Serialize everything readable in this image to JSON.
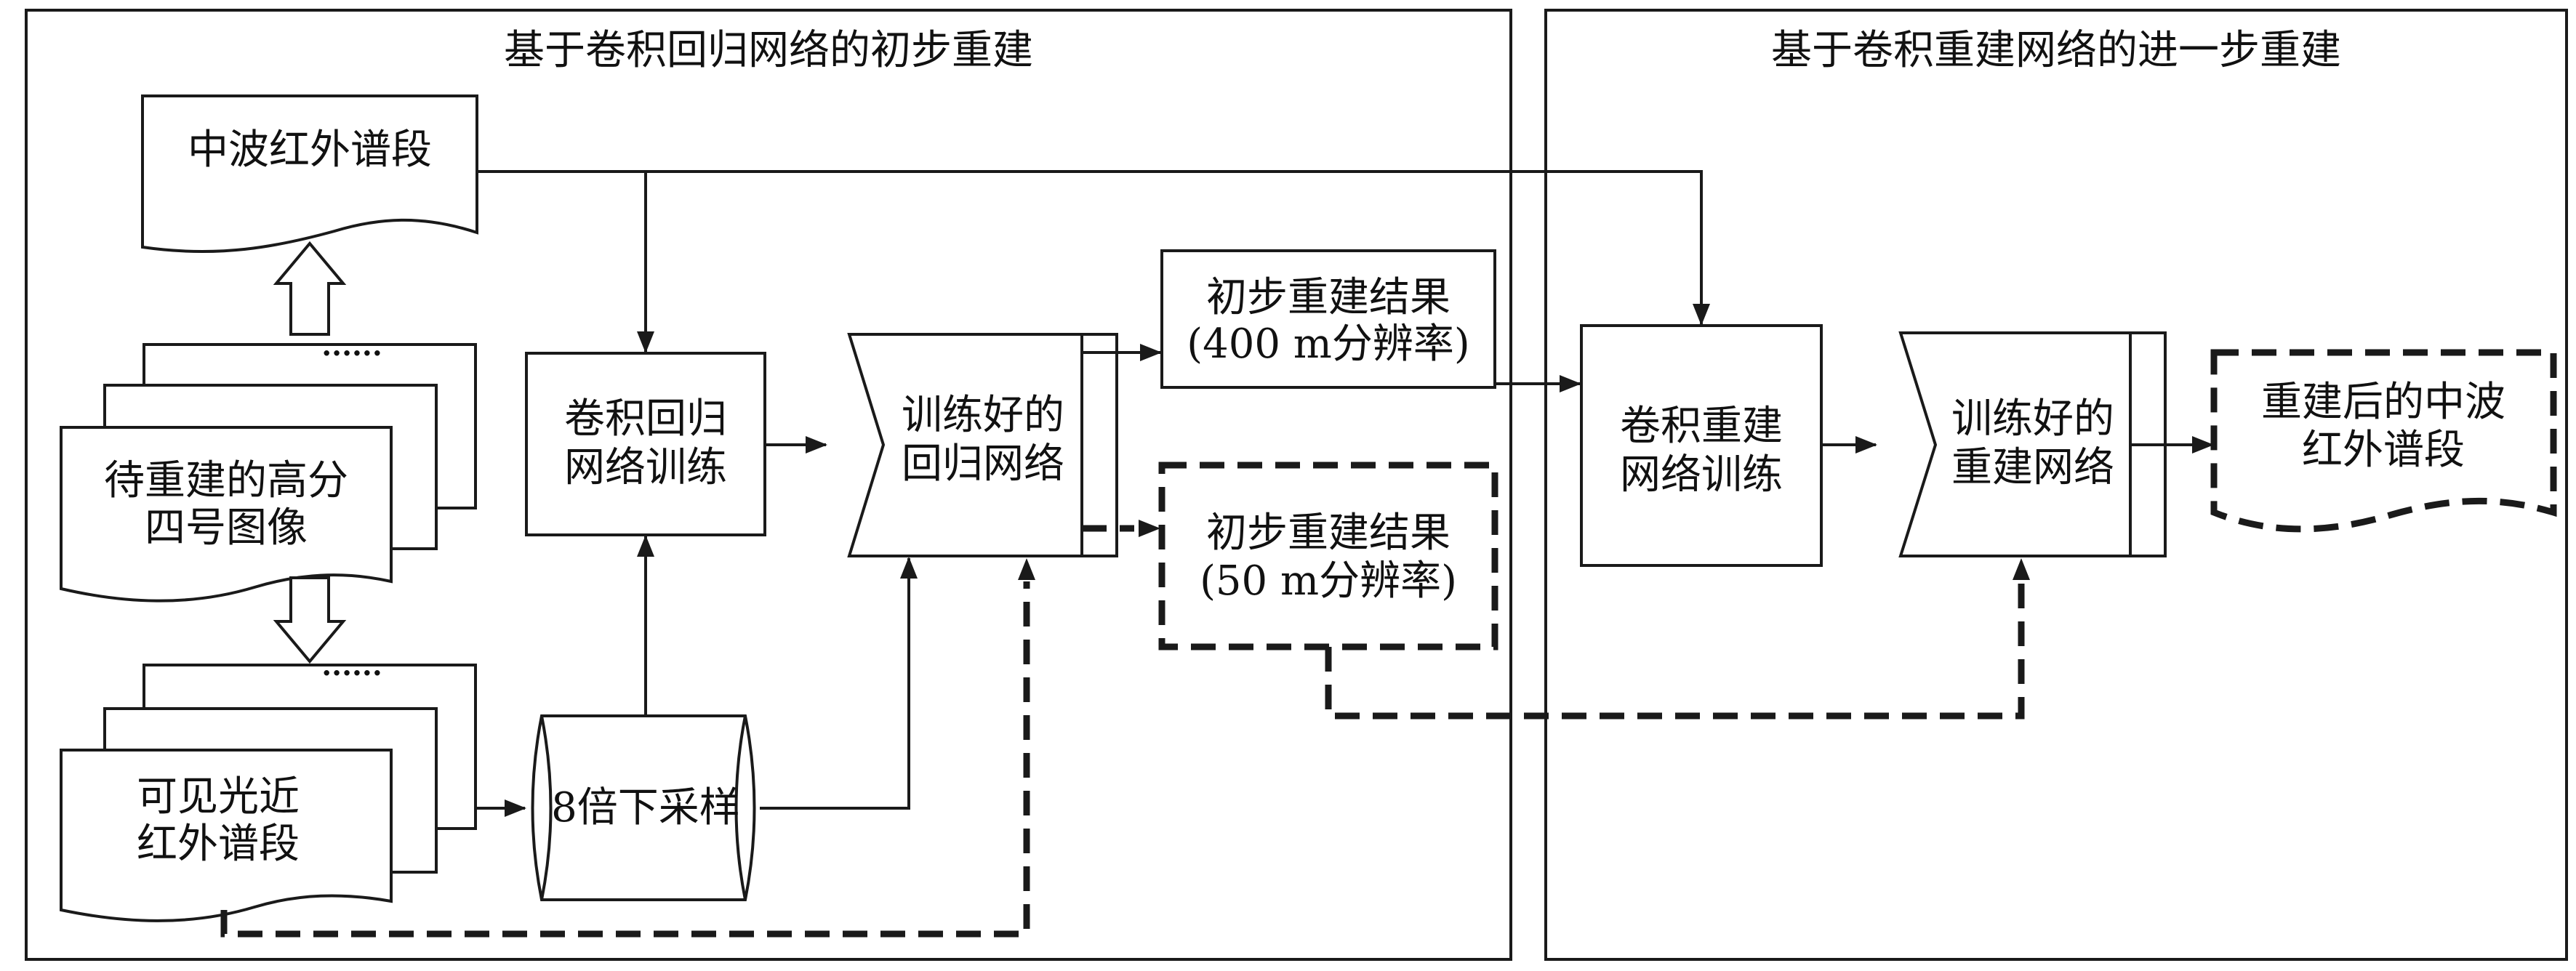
{
  "panels": {
    "left_title": "基于卷积回归网络的初步重建",
    "right_title": "基于卷积重建网络的进一步重建"
  },
  "nodes": {
    "mwir_band": "中波红外谱段",
    "gf4_image": [
      "待重建的高分",
      "四号图像"
    ],
    "vnir_band": [
      "可见光近",
      "红外谱段"
    ],
    "stack_ellipsis_top": "······",
    "stack_ellipsis_bottom": "······",
    "regression_training": [
      "卷积回归",
      "网络训练"
    ],
    "downsample": "8倍下采样",
    "trained_regression": [
      "训练好的",
      "回归网络"
    ],
    "result_400m": [
      "初步重建结果",
      "(400 m分辨率)"
    ],
    "result_50m": [
      "初步重建结果",
      "(50 m分辨率)"
    ],
    "reconstruction_training": [
      "卷积重建",
      "网络训练"
    ],
    "trained_reconstruction": [
      "训练好的",
      "重建网络"
    ],
    "final_mwir": [
      "重建后的中波",
      "红外谱段"
    ]
  },
  "colors": {
    "line": "#1a1a1a",
    "background": "#ffffff"
  }
}
